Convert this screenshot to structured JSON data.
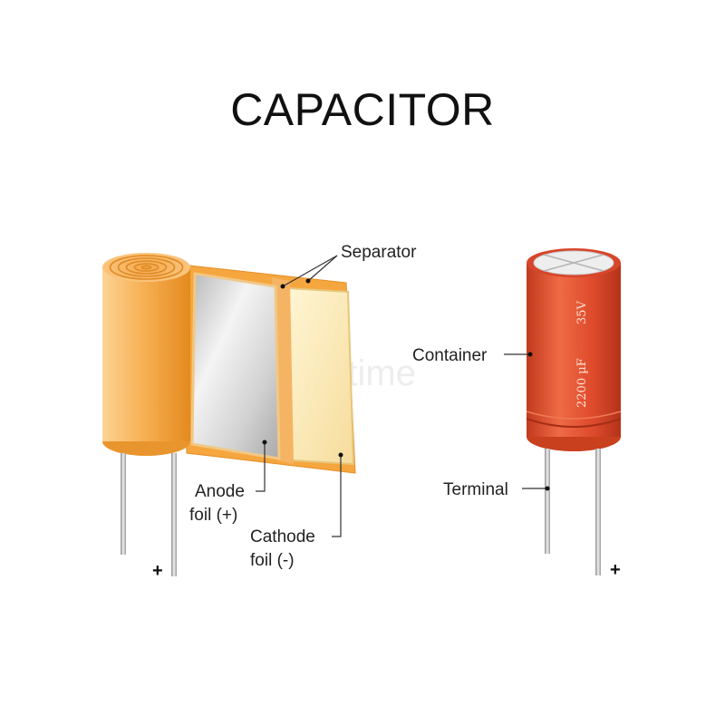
{
  "title": "CAPACITOR",
  "labels": {
    "separator": "Separator",
    "anode_line1": "Anode",
    "anode_line2": "foil (+)",
    "cathode_line1": "Cathode",
    "cathode_line2": "foil (-)",
    "container": "Container",
    "terminal": "Terminal",
    "plus_left": "+",
    "plus_right": "+"
  },
  "capacitor_marking": {
    "capacitance": "2200 µF",
    "voltage": "35V"
  },
  "watermark": "dreamstime",
  "colors": {
    "roll_orange": "#f5a63c",
    "can_red": "#e0482a",
    "separator_cream": "#fdeab0",
    "foil_silver": "#d9d9d9"
  }
}
